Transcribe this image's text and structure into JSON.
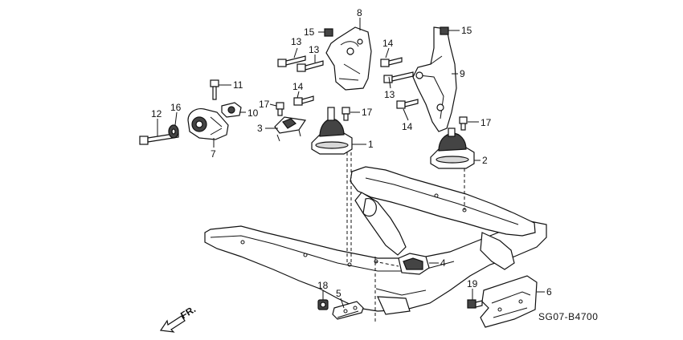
{
  "diagram": {
    "code": "SG07-B4700",
    "direction": "FR.",
    "callouts": [
      "1",
      "2",
      "3",
      "4",
      "5",
      "6",
      "7",
      "8",
      "9",
      "10",
      "11",
      "12",
      "13",
      "14",
      "15",
      "16",
      "17",
      "18",
      "19"
    ]
  }
}
